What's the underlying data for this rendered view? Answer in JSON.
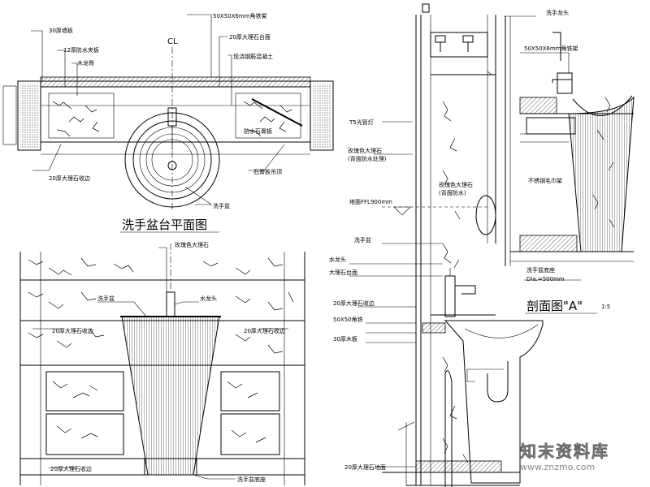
{
  "drawing": {
    "plan_title": "洗手盆台平面图",
    "section_title": "剖面图\"A\"",
    "centerline": "CL",
    "plan_labels": {
      "top_left": "30厚墙板",
      "left_2": "12厚防水夹板",
      "left_3": "木龙骨",
      "left_bottom": "20厚大理石收边",
      "top_right_1": "50X50X6mm角铁架",
      "top_right_2": "20厚大理石台面",
      "top_right_3": "现浇钢筋混凝土",
      "right_mid": "防水石膏板",
      "right_bottom": "石膏板吊顶",
      "basin": "洗手盆"
    },
    "elevation_labels": {
      "top": "玫瑰色大理石",
      "basin": "洗手盆",
      "tap": "水龙头",
      "left_band": "20厚大理石收边",
      "right_band": "20厚大理石收边",
      "bottom_left": "20厚大理石收边",
      "bottom": "洗手盆底座"
    },
    "section_labels": {
      "tap": "洗手龙头",
      "angle": "50X50X6mm角铁架",
      "wall_left_1": "T5光管灯",
      "wall_left_2": "玫瑰色大理石",
      "wall_left_3": "(背面防水处理)",
      "mid": "玫瑰色大理石",
      "mid2": "(背面防水)",
      "level": "地面FFL900mm",
      "basin": "洗手盆",
      "ctr1": "水龙头",
      "ctr2": "大理石台面",
      "layers1": "20厚大理石收边",
      "layers2": "50X50角铁",
      "layers3": "30厚木板",
      "floor": "20厚大理石地面",
      "towel": "不锈钢毛巾架",
      "base": "洗手盆底座",
      "dim": "Dia.=500mm",
      "scale": "1:5"
    },
    "watermark_cn": "知末资料库",
    "watermark_url": "www.znzmo.com"
  }
}
